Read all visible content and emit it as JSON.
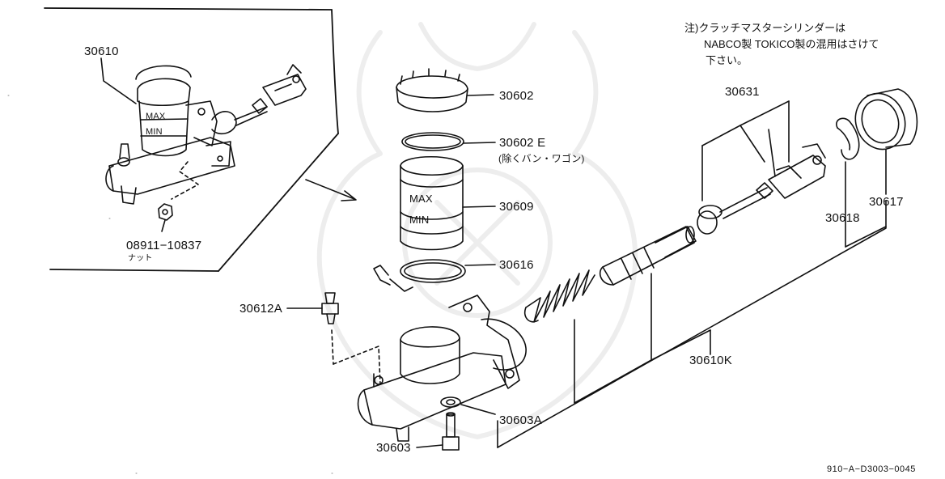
{
  "note": {
    "line1": "注)クラッチマスターシリンダーは",
    "line2": "NABCO製 TOKICO製の混用はさけて",
    "line3": "下さい。"
  },
  "inset": {
    "part_label": "30610",
    "max_mark": "MAX",
    "min_mark": "MIN",
    "nut_label": "08911−10837",
    "nut_sublabel": "ナット"
  },
  "parts": {
    "cap": "30602",
    "gasket": "30602 E",
    "gasket_note": "(除くバン・ワゴン)",
    "reservoir": "30609",
    "reservoir_max": "MAX",
    "reservoir_min": "MIN",
    "band": "30616",
    "bleeder": "30612A",
    "washer": "30603A",
    "bolt": "30603",
    "kit": "30610K",
    "pushrod": "30631",
    "snap_ring": "30618",
    "boot": "30617"
  },
  "figure_code": "910−A−D3003−0045"
}
